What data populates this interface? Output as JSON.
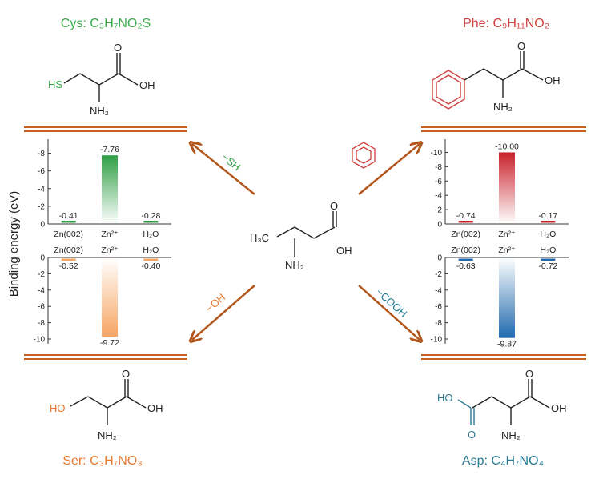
{
  "y_axis_label": "Binding energy (eV)",
  "center_molecule": {
    "label_h3c": "H₃C",
    "label_oh": "OH",
    "label_o": "O",
    "label_nh2": "NH₂"
  },
  "molecules": {
    "cys": {
      "title": "Cys: C₃H₇NO₂S",
      "group_label": "HS",
      "oh": "OH",
      "o": "O",
      "nh2": "NH₂",
      "color": "#3aaa4a"
    },
    "phe": {
      "title": "Phe: C₉H₁₁NO₂",
      "oh": "OH",
      "o": "O",
      "nh2": "NH₂",
      "color": "#d0413e"
    },
    "ser": {
      "title": "Ser: C₃H₇NO₃",
      "group_label": "HO",
      "oh": "OH",
      "o": "O",
      "nh2": "NH₂",
      "color": "#e8782e"
    },
    "asp": {
      "title": "Asp: C₄H₇NO₄",
      "group_label": "HO",
      "group_o": "O",
      "oh": "OH",
      "o": "O",
      "nh2": "NH₂",
      "color": "#2a7a94"
    }
  },
  "arrows": {
    "cys": {
      "label": "−SH",
      "color": "#2e9e44"
    },
    "phe": {
      "label": "benzene-ring-icon",
      "color": "#d0413e"
    },
    "ser": {
      "label": "−OH",
      "color": "#e8782e"
    },
    "asp": {
      "label": "−COOH",
      "color": "#1f7a95"
    }
  },
  "arrow_color": "#b3561b",
  "divider_color": "#c8611d",
  "chart_data": [
    {
      "type": "bar",
      "id": "cys",
      "categories": [
        "Zn(002)",
        "Zn²⁺",
        "H₂O"
      ],
      "values": [
        -0.41,
        -7.76,
        -0.28
      ],
      "value_labels": [
        "-0.41",
        "-7.76",
        "-0.28"
      ],
      "ylim": [
        -8.5,
        0
      ],
      "yticks": [
        "-8",
        "-6",
        "-4",
        "-2",
        "0"
      ],
      "color": "#2e9e44",
      "direction": "up"
    },
    {
      "type": "bar",
      "id": "ser",
      "categories": [
        "Zn(002)",
        "Zn²⁺",
        "H₂O"
      ],
      "values": [
        -0.52,
        -9.72,
        -0.4
      ],
      "value_labels": [
        "-0.52",
        "-9.72",
        "-0.40"
      ],
      "ylim": [
        -10,
        0
      ],
      "yticks": [
        "0",
        "-2",
        "-4",
        "-6",
        "-8",
        "-10"
      ],
      "color": "#f7a563",
      "direction": "down"
    },
    {
      "type": "bar",
      "id": "phe",
      "categories": [
        "Zn(002)",
        "Zn²⁺",
        "H₂O"
      ],
      "values": [
        -0.74,
        -10.0,
        -0.17
      ],
      "value_labels": [
        "-0.74",
        "-10.00",
        "-0.17"
      ],
      "ylim": [
        -10.5,
        0
      ],
      "yticks": [
        "-10",
        "-8",
        "-6",
        "-4",
        "-2",
        "0"
      ],
      "color": "#c8222b",
      "direction": "up"
    },
    {
      "type": "bar",
      "id": "asp",
      "categories": [
        "Zn(002)",
        "Zn²⁺",
        "H₂O"
      ],
      "values": [
        -0.63,
        -9.87,
        -0.72
      ],
      "value_labels": [
        "-0.63",
        "-9.87",
        "-0.72"
      ],
      "ylim": [
        -10,
        0
      ],
      "yticks": [
        "0",
        "-2",
        "-4",
        "-6",
        "-8",
        "-10"
      ],
      "color": "#1f6aae",
      "direction": "down"
    }
  ]
}
